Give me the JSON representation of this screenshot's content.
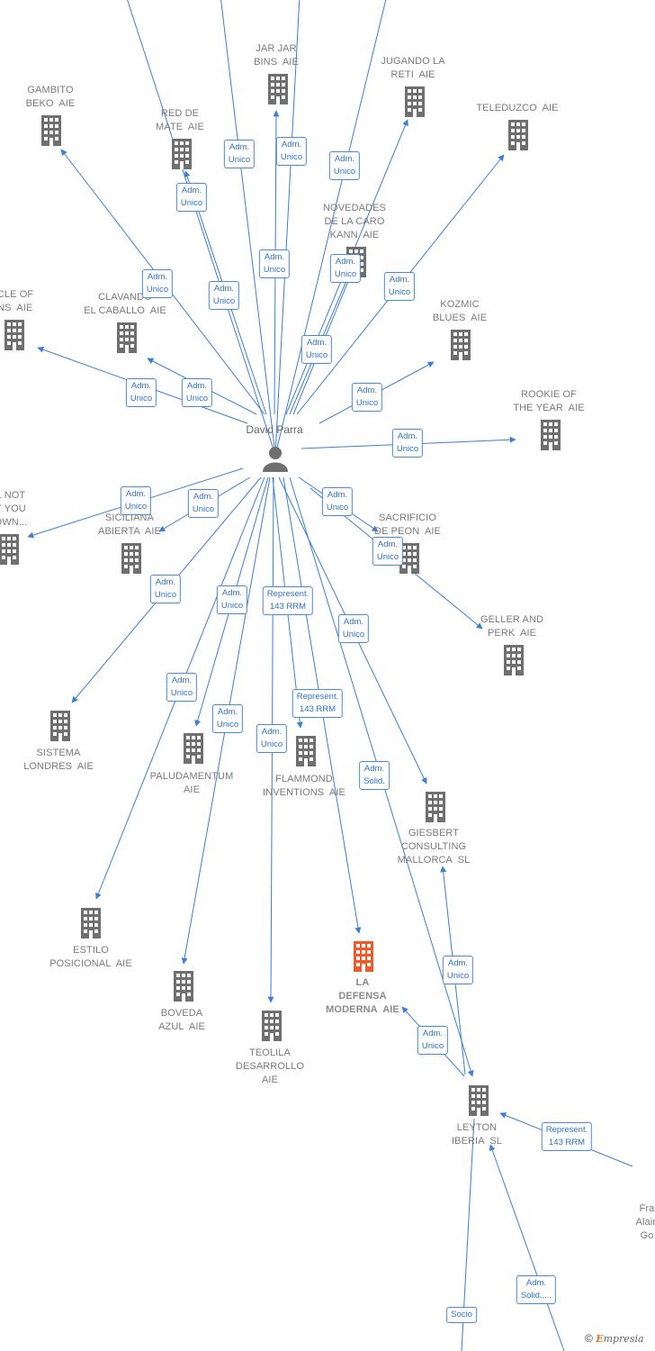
{
  "center": {
    "label": "David Parra"
  },
  "nodes": [
    {
      "id": "jarjar",
      "label": "JAR JAR\nBINS  AIE"
    },
    {
      "id": "jugando",
      "label": "JUGANDO LA\nRETI  AIE"
    },
    {
      "id": "gambito",
      "label": "GAMBITO\nBEKO  AIE"
    },
    {
      "id": "redmate",
      "label": "RED DE\nMATE  AIE"
    },
    {
      "id": "teleduzco",
      "label": "TELEDUZCO  AIE"
    },
    {
      "id": "novedades",
      "label": "NOVEDADES\nDE LA CARO\nKANN  AIE"
    },
    {
      "id": "circle",
      "label": "RCLE OF\nANS  AIE"
    },
    {
      "id": "clavando",
      "label": "CLAVANDO\nEL CABALLO  AIE"
    },
    {
      "id": "kozmic",
      "label": "KOZMIC\nBLUES  AIE"
    },
    {
      "id": "rookie",
      "label": "ROOKIE OF\nTHE YEAR  AIE"
    },
    {
      "id": "notyou",
      "label": "L NOT\nT YOU\nOWN..."
    },
    {
      "id": "siciliana",
      "label": "SICILIANA\nABIERTA  AIE"
    },
    {
      "id": "sacrificio",
      "label": "SACRIFICIO\nDE PEON  AIE"
    },
    {
      "id": "geller",
      "label": "GELLER AND\nPERK  AIE"
    },
    {
      "id": "sistema",
      "label": "SISTEMA\nLONDRES  AIE"
    },
    {
      "id": "paludamentum",
      "label": "PALUDAMENTUM\nAIE"
    },
    {
      "id": "flammond",
      "label": "FLAMMOND\nINVENTIONS  AIE"
    },
    {
      "id": "giesbert",
      "label": "GIESBERT\nCONSULTING\nMALLORCA  SL"
    },
    {
      "id": "estilo",
      "label": "ESTILO\nPOSICIONAL  AIE"
    },
    {
      "id": "defensa",
      "label": "LA\nDEFENSA\nMODERNA  AIE",
      "focus": true
    },
    {
      "id": "boveda",
      "label": "BOVEDA\nAZUL  AIE"
    },
    {
      "id": "teolila",
      "label": "TEOLILA\nDESARROLLO\nAIE"
    },
    {
      "id": "leyton",
      "label": "LEYTON\nIBERIA  SL"
    },
    {
      "id": "fra",
      "label": "Fra\nAlain\nGo"
    }
  ],
  "relations": [
    "Adm.\nUnico",
    "Adm.\nUnico",
    "Adm.\nUnico",
    "Adm.\nUnico",
    "Adm.\nUnico",
    "Adm.\nUnico",
    "Adm.\nUnico",
    "Adm.\nUnico",
    "Adm.\nUnico",
    "Adm.\nUnico",
    "Adm.\nUnico",
    "Adm.\nUnico",
    "Adm.\nUnico",
    "Adm.\nUnico",
    "Adm.\nUnico",
    "Adm.\nUnico",
    "Adm.\nUnico",
    "Adm.\nUnico",
    "Adm.\nUnico",
    "Adm.\nUnico",
    "Represent.\n143 RRM",
    "Adm.\nUnico",
    "Adm.\nUnico",
    "Adm.\nUnico",
    "Represent.\n143 RRM",
    "Adm.\nUnico",
    "Adm.\nSolid.",
    "Adm.\nUnico",
    "Adm.\nUnico",
    "Represent.\n143 RRM",
    "Adm.\nSolid.,...",
    "Socio"
  ],
  "colors": {
    "edge": "#3b7fd4",
    "building": "#6f6f6f",
    "focus": "#f05a28"
  },
  "footer": {
    "copyright": "©",
    "brand_initial": "E",
    "brand_rest": "mpresia"
  }
}
